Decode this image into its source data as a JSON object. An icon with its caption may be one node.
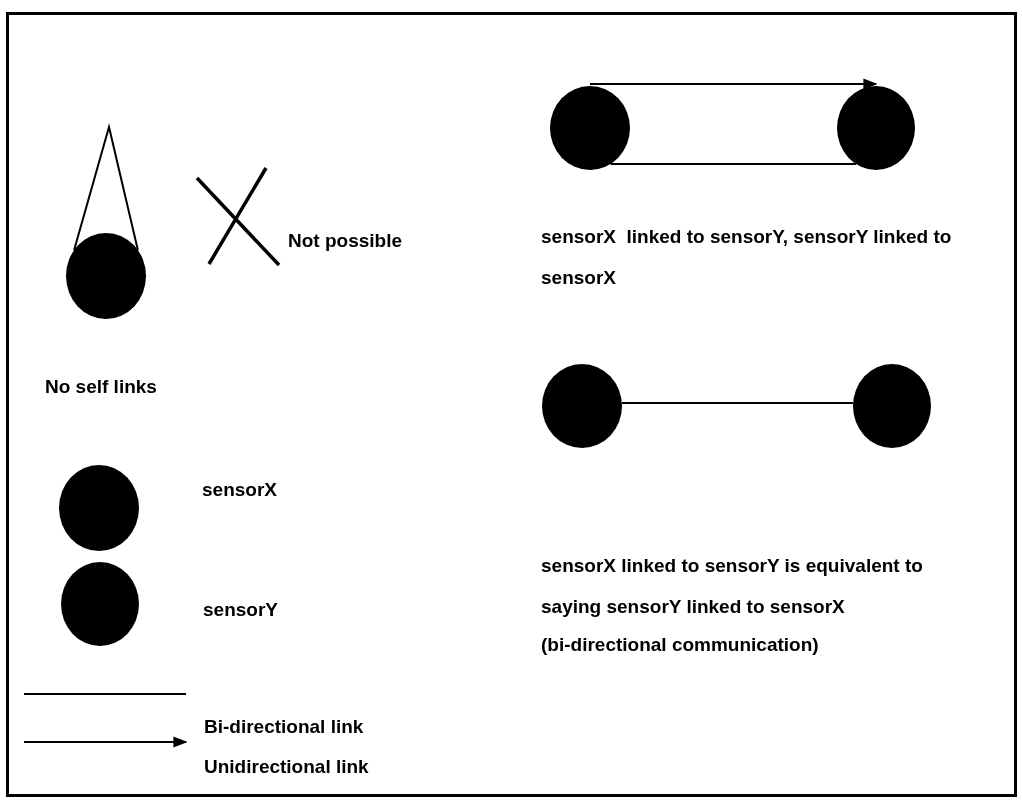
{
  "diagram": {
    "nodes": [
      {
        "text": [],
        "shape": "circle",
        "beside": [
          "No self links"
        ]
      },
      {
        "text": [],
        "shape": "circle"
      },
      {
        "text": [],
        "shape": "circle"
      },
      {
        "text": [],
        "shape": "circle"
      },
      {
        "text": [],
        "shape": "circle"
      },
      {
        "text": [],
        "shape": "circle"
      },
      {
        "text": [],
        "shape": "circle"
      }
    ],
    "edges": [
      {
        "from": 0,
        "to": 0,
        "arrow": "none"
      },
      {
        "from": 3,
        "to": 4,
        "arrow": "to"
      },
      {
        "from": 4,
        "to": 3,
        "arrow": "none"
      },
      {
        "from": 5,
        "to": 6,
        "arrow": "none"
      }
    ],
    "labels": [
      "Not possible",
      "sensorX  linked to sensorY, sensorY linked to sensorX",
      "sensorX",
      "sensorX linked to sensorY is equivalent to saying sensorY linked to sensorX",
      "(bi-directional communication)",
      "sensorY"
    ],
    "legend": [
      {
        "text": "Bi-directional link"
      },
      {
        "text": "Unidirectional link"
      }
    ]
  }
}
